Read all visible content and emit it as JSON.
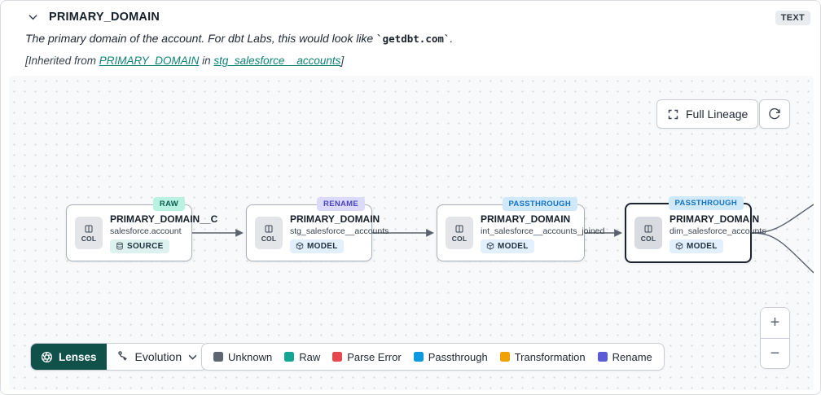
{
  "header": {
    "title": "PRIMARY_DOMAIN",
    "type_badge": "TEXT",
    "description": {
      "prefix": "The primary domain of the account. For dbt Labs, this would look like ",
      "code": "`getdbt.com`",
      "suffix": "."
    },
    "inherited": {
      "prefix": "[Inherited from ",
      "column_link": "PRIMARY_DOMAIN",
      "middle": " in ",
      "model_link": "stg_salesforce__accounts",
      "suffix": "]"
    }
  },
  "toolbar": {
    "full_lineage_label": "Full Lineage"
  },
  "nodes": [
    {
      "title": "PRIMARY_DOMAIN__C",
      "subtitle": "salesforce.account",
      "resource_badge": "SOURCE",
      "lens_tag": "RAW",
      "col_label": "COL",
      "selected": false
    },
    {
      "title": "PRIMARY_DOMAIN",
      "subtitle": "stg_salesforce__accounts",
      "resource_badge": "MODEL",
      "lens_tag": "RENAME",
      "col_label": "COL",
      "selected": false
    },
    {
      "title": "PRIMARY_DOMAIN",
      "subtitle": "int_salesforce__accounts_joined",
      "resource_badge": "MODEL",
      "lens_tag": "PASSTHROUGH",
      "col_label": "COL",
      "selected": false
    },
    {
      "title": "PRIMARY_DOMAIN",
      "subtitle": "dim_salesforce_accounts",
      "resource_badge": "MODEL",
      "lens_tag": "PASSTHROUGH",
      "col_label": "COL",
      "selected": true
    }
  ],
  "lenses_bar": {
    "lenses_label": "Lenses",
    "selected_lens": "Evolution"
  },
  "legend": {
    "items": [
      {
        "label": "Unknown",
        "color": "#5d6570"
      },
      {
        "label": "Raw",
        "color": "#12a594"
      },
      {
        "label": "Parse Error",
        "color": "#e5484d"
      },
      {
        "label": "Passthrough",
        "color": "#0d99e0"
      },
      {
        "label": "Transformation",
        "color": "#f0a202"
      },
      {
        "label": "Rename",
        "color": "#5b5bd6"
      }
    ]
  },
  "zoom_controls": {
    "zoom_in": "+",
    "zoom_out": "−"
  },
  "icons": {
    "header_collapse": "chevron-down-icon",
    "full_lineage": "expand-corners-icon",
    "refresh": "refresh-icon",
    "column": "columns-icon",
    "source": "database-icon",
    "model": "cube-icon",
    "lenses": "aperture-icon",
    "evolution": "route-icon",
    "dropdown": "chevron-down-icon"
  },
  "colors": {
    "link_teal": "#0e8274",
    "lenses_button_bg": "#10514a",
    "tag_raw_bg": "#b9f2e1",
    "tag_rename_bg": "#dbdafa",
    "tag_passthrough_bg": "#cfe9fb",
    "edge": "#5a6270",
    "canvas_bg": "#f8f9fa"
  }
}
